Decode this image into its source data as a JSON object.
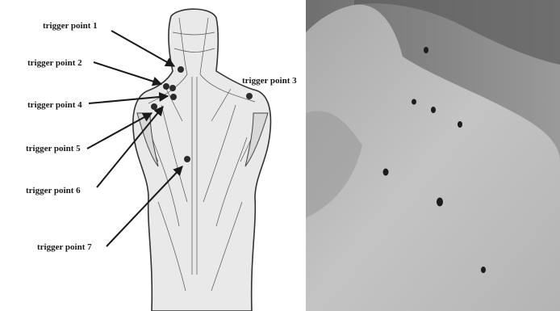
{
  "labels": {
    "tp1": "trigger point 1",
    "tp2": "trigger point 2",
    "tp3": "trigger point 3",
    "tp4": "trigger point 4",
    "tp5": "trigger point 5",
    "tp6": "trigger point 6",
    "tp7": "trigger point 7"
  },
  "colors": {
    "ink": "#1a1a1a",
    "marker": "#2b2b2b",
    "photo_background": "#8d8d8d"
  }
}
